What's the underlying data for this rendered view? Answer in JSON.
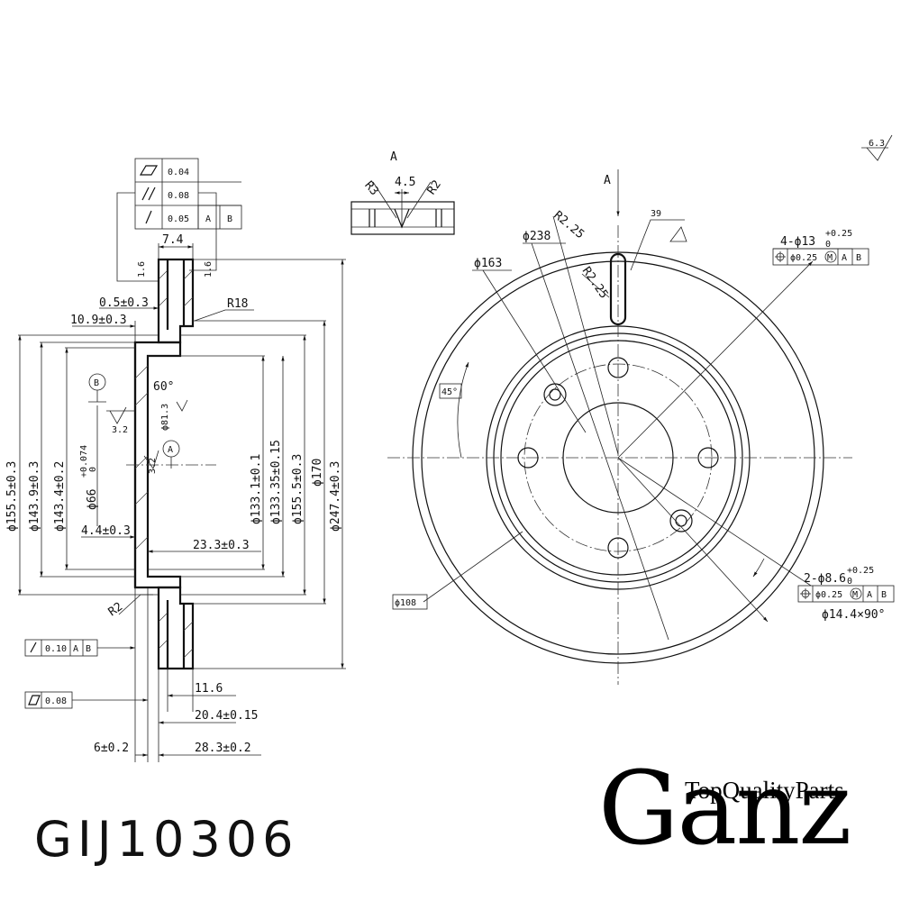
{
  "part_number": "GIJ10306",
  "brand": {
    "name": "Ganz",
    "tagline": "TopQualityParts"
  },
  "section_view": {
    "tolerance_frame": [
      {
        "symbol": "flatness",
        "value": "0.04",
        "datums": []
      },
      {
        "symbol": "parallelism",
        "value": "0.08",
        "datums": []
      },
      {
        "symbol": "runout",
        "value": "0.05",
        "datums": [
          "A",
          "B"
        ]
      }
    ],
    "dims": {
      "width_top": "7.4",
      "chamfer_left": "1.6",
      "chamfer_right": "1.6",
      "d_05": "0.5±0.3",
      "d_109": "10.9±0.3",
      "r18": "R18",
      "datum_b": "B",
      "roughness_b": "3.2",
      "angle": "60°",
      "d813": "ϕ81.3",
      "d66": "ϕ66",
      "d66_tol_upper": "+0.074",
      "d66_tol_lower": "0",
      "datum_a": "A",
      "roughness_a": "3.2",
      "d44": "4.4±0.3",
      "d233": "23.3±0.3",
      "r2": "R2",
      "d1555_left": "ϕ155.5±0.3",
      "d1439": "ϕ143.9±0.3",
      "d1434": "ϕ143.4±0.2",
      "d1331": "ϕ133.1±0.1",
      "d13335": "ϕ133.35±0.15",
      "d1555_right": "ϕ155.5±0.3",
      "d170": "ϕ170",
      "d2474": "ϕ247.4±0.3",
      "d116": "11.6",
      "d204": "20.4±0.15",
      "d6": "6±0.2",
      "d283": "28.3±0.2"
    },
    "runout_frame": {
      "value": "0.10",
      "datums": [
        "A",
        "B"
      ]
    },
    "flatness_frame": {
      "value": "0.08"
    }
  },
  "detail_view": {
    "label": "A",
    "r3": "R3",
    "width": "4.5",
    "r2": "R2"
  },
  "front_view": {
    "roughness": "6.3",
    "view_arrow": "A",
    "r225_top": "R2.25",
    "d238": "ϕ238",
    "dim_39": "39",
    "d163": "ϕ163",
    "r225_slot": "R2.25",
    "bolt_holes": "4-ϕ13",
    "bolt_holes_tol_upper": "+0.25",
    "bolt_holes_tol_lower": "0",
    "bolt_position_frame": {
      "tolerance": "ϕ0.25",
      "modifier": "M",
      "datums": [
        "A",
        "B"
      ]
    },
    "angle": "45°",
    "d108": "ϕ108",
    "pin_holes": "2-ϕ8.6",
    "pin_holes_tol_upper": "+0.25",
    "pin_holes_tol_lower": "0",
    "pin_position_frame": {
      "tolerance": "ϕ0.25",
      "modifier": "M",
      "datums": [
        "A",
        "B"
      ]
    },
    "countersink": "ϕ14.4×90°"
  }
}
